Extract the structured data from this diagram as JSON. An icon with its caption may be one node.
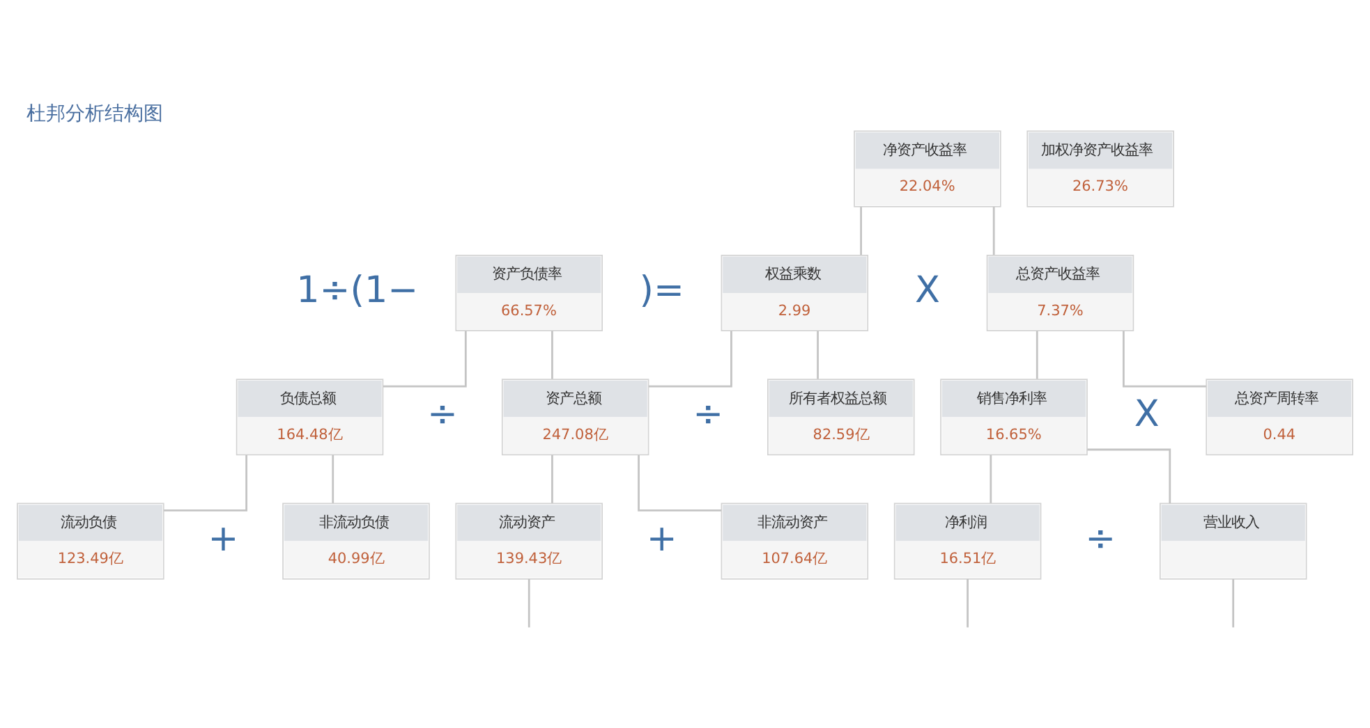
{
  "diagram": {
    "title": "杜邦分析结构图",
    "nodes": [
      {
        "text": [
          "净资产收益率",
          "22.04%"
        ]
      },
      {
        "text": [
          "加权净资产收益率",
          "26.73%"
        ]
      },
      {
        "text": [
          "资产负债率",
          "66.57%"
        ]
      },
      {
        "text": [
          "权益乘数",
          "2.99"
        ]
      },
      {
        "text": [
          "总资产收益率",
          "7.37%"
        ]
      },
      {
        "text": [
          "负债总额",
          "164.48亿"
        ]
      },
      {
        "text": [
          "资产总额",
          "247.08亿"
        ]
      },
      {
        "text": [
          "所有者权益总额",
          "82.59亿"
        ]
      },
      {
        "text": [
          "销售净利率",
          "16.65%"
        ]
      },
      {
        "text": [
          "总资产周转率",
          "0.44"
        ]
      },
      {
        "text": [
          "流动负债",
          "123.49亿"
        ]
      },
      {
        "text": [
          "非流动负债",
          "40.99亿"
        ]
      },
      {
        "text": [
          "流动资产",
          "139.43亿"
        ]
      },
      {
        "text": [
          "非流动资产",
          "107.64亿"
        ]
      },
      {
        "text": [
          "净利润",
          "16.51亿"
        ]
      },
      {
        "text": [
          "营业收入"
        ]
      }
    ],
    "edges": [
      {
        "from": 0,
        "to": 3,
        "arrow": "none"
      },
      {
        "from": 0,
        "to": 4,
        "arrow": "none"
      },
      {
        "from": 2,
        "to": 5,
        "arrow": "none"
      },
      {
        "from": 2,
        "to": 6,
        "arrow": "none"
      },
      {
        "from": 3,
        "to": 6,
        "arrow": "none"
      },
      {
        "from": 3,
        "to": 7,
        "arrow": "none"
      },
      {
        "from": 4,
        "to": 8,
        "arrow": "none"
      },
      {
        "from": 4,
        "to": 9,
        "arrow": "none"
      },
      {
        "from": 5,
        "to": 10,
        "arrow": "none"
      },
      {
        "from": 5,
        "to": 11,
        "arrow": "none"
      },
      {
        "from": 6,
        "to": 12,
        "arrow": "none"
      },
      {
        "from": 6,
        "to": 13,
        "arrow": "none"
      },
      {
        "from": 8,
        "to": 14,
        "arrow": "none"
      },
      {
        "from": 8,
        "to": 15,
        "arrow": "none"
      },
      {
        "from": 12,
        "to": null,
        "arrow": "none"
      },
      {
        "from": 14,
        "to": null,
        "arrow": "none"
      },
      {
        "from": 15,
        "to": null,
        "arrow": "none"
      }
    ],
    "labels": [
      "1÷(1−",
      ")=",
      "X",
      "÷",
      "÷",
      "X",
      "+",
      "+",
      "÷"
    ]
  }
}
